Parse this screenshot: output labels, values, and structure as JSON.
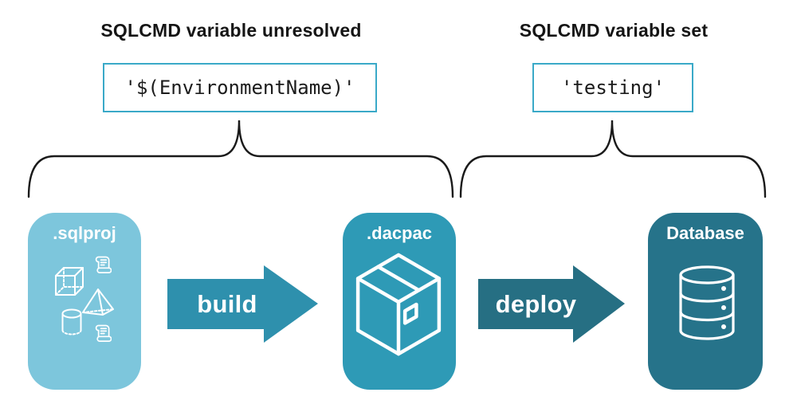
{
  "annotations": {
    "unresolved": {
      "heading": "SQLCMD variable unresolved",
      "code": "'$(EnvironmentName)'"
    },
    "set": {
      "heading": "SQLCMD variable set",
      "code": "'testing'"
    }
  },
  "pipeline": {
    "nodes": [
      {
        "id": "sqlproj",
        "label": ".sqlproj",
        "color": "#7dc6dc",
        "icons": [
          "script-icon",
          "cube-icon",
          "pyramid-icon",
          "cylinder-icon",
          "script-icon"
        ]
      },
      {
        "id": "dacpac",
        "label": ".dacpac",
        "color": "#2e9ab6",
        "icons": [
          "package-icon"
        ]
      },
      {
        "id": "database",
        "label": "Database",
        "color": "#26738a",
        "icons": [
          "database-icon"
        ]
      }
    ],
    "arrows": [
      {
        "label": "build",
        "color": "#2e90ad"
      },
      {
        "label": "deploy",
        "color": "#266f83"
      }
    ]
  },
  "colors": {
    "background": "#ffffff",
    "code_box_border": "#3aa9c8",
    "heading_text": "#151515",
    "code_text": "#1c1c1c",
    "brace_stroke": "#1a1a1a",
    "icon_stroke": "#ffffff"
  }
}
